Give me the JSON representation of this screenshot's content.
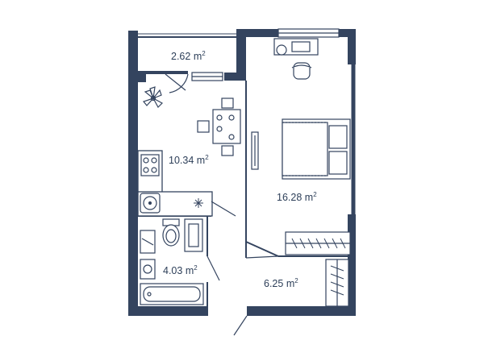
{
  "colors": {
    "wall": "#34445f",
    "line": "#34445f",
    "text": "#2c3e58",
    "background": "#ffffff"
  },
  "rooms": {
    "balcony": {
      "area": "2.62",
      "unit": "m",
      "exp": "2"
    },
    "kitchen": {
      "area": "10.34",
      "unit": "m",
      "exp": "2"
    },
    "bedroom": {
      "area": "16.28",
      "unit": "m",
      "exp": "2"
    },
    "bathroom": {
      "area": "4.03",
      "unit": "m",
      "exp": "2"
    },
    "hallway": {
      "area": "6.25",
      "unit": "m",
      "exp": "2"
    }
  },
  "icons": [
    "houseplant-icon",
    "stove-icon",
    "sink-icon",
    "fridge-icon",
    "toilet-icon",
    "washbasin-icon",
    "bathtub-icon",
    "bed-icon",
    "desk-icon",
    "chair-icon",
    "dining-table-icon",
    "tv-icon",
    "wardrobe-icon",
    "washing-machine-icon"
  ]
}
